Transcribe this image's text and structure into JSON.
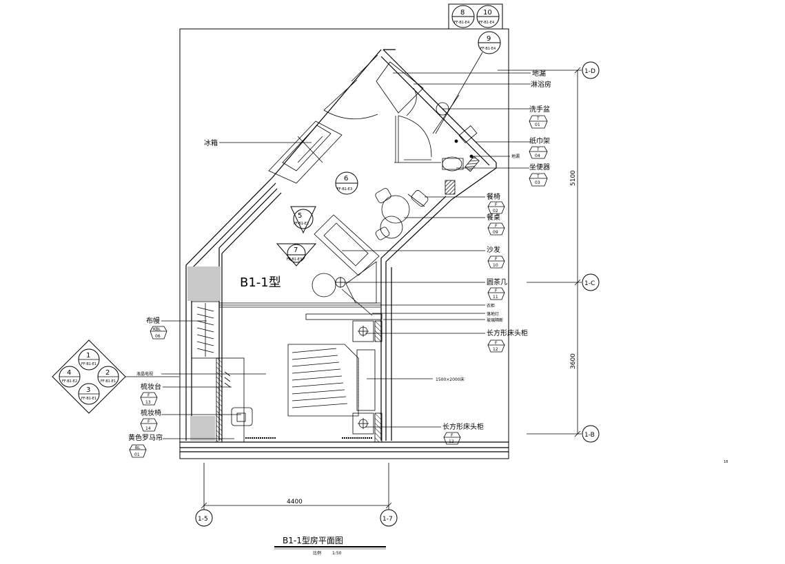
{
  "drawing": {
    "title": "B1-1型房平面图",
    "scale_label": "比例",
    "scale_value": "1:50",
    "room_label": "B1-1型"
  },
  "grid_axes": {
    "vertical": [
      "1-5",
      "1-7"
    ],
    "horizontal": [
      "1-D",
      "1-C",
      "1-B"
    ]
  },
  "dimensions": {
    "width": "4400",
    "upper": "5100",
    "lower": "3600",
    "bed": "1500×2000床"
  },
  "callouts": {
    "right": [
      {
        "label": "地漏",
        "tag": ""
      },
      {
        "label": "淋浴房",
        "tag": ""
      },
      {
        "label": "洗手盆",
        "tag": "T",
        "code": "01"
      },
      {
        "label": "纸巾架",
        "tag": "T",
        "code": "04"
      },
      {
        "label": "地漏",
        "tag": ""
      },
      {
        "label": "坐便器",
        "tag": "T",
        "code": "03"
      },
      {
        "label": "餐椅",
        "tag": "F",
        "code": "02"
      },
      {
        "label": "餐桌",
        "tag": "F",
        "code": "09"
      },
      {
        "label": "沙发",
        "tag": "F",
        "code": "10"
      },
      {
        "label": "圆茶几",
        "tag": "F",
        "code": "11"
      },
      {
        "label": "衣柜",
        "tag": ""
      },
      {
        "label": "落地灯",
        "tag": ""
      },
      {
        "label": "玻璃隔断",
        "tag": ""
      },
      {
        "label": "长方形床头柜",
        "tag": "F",
        "code": "12"
      },
      {
        "label": "长方形床头柜",
        "tag": "F",
        "code": "12"
      }
    ],
    "left": [
      {
        "label": "冰箱",
        "tag": ""
      },
      {
        "label": "布幔",
        "tag": "KBL",
        "code": "06"
      },
      {
        "label": "液晶电视",
        "tag": ""
      },
      {
        "label": "梳妆台",
        "tag": "F",
        "code": "13"
      },
      {
        "label": "梳妆椅",
        "tag": "F",
        "code": "14"
      },
      {
        "label": "黄色罗马帘",
        "tag": "BL",
        "code": "01"
      }
    ]
  },
  "elevation_key": {
    "numbers": [
      "1",
      "2",
      "3",
      "4"
    ],
    "codes": [
      "FF-B1-E1",
      "FF-B1-E1",
      "FF-B1-E1",
      "FF-B1-E2"
    ]
  },
  "section_markers": [
    {
      "num": "5",
      "code": "FF-B1-E2"
    },
    {
      "num": "6",
      "code": "FF-B1-E3"
    },
    {
      "num": "7",
      "code": "FF-B1-E3"
    },
    {
      "num": "8",
      "code": "FF-B1-E4"
    },
    {
      "num": "9",
      "code": "FF-B1-E4"
    },
    {
      "num": "10",
      "code": "FF-B1-E4"
    }
  ],
  "corner_mark": "18"
}
